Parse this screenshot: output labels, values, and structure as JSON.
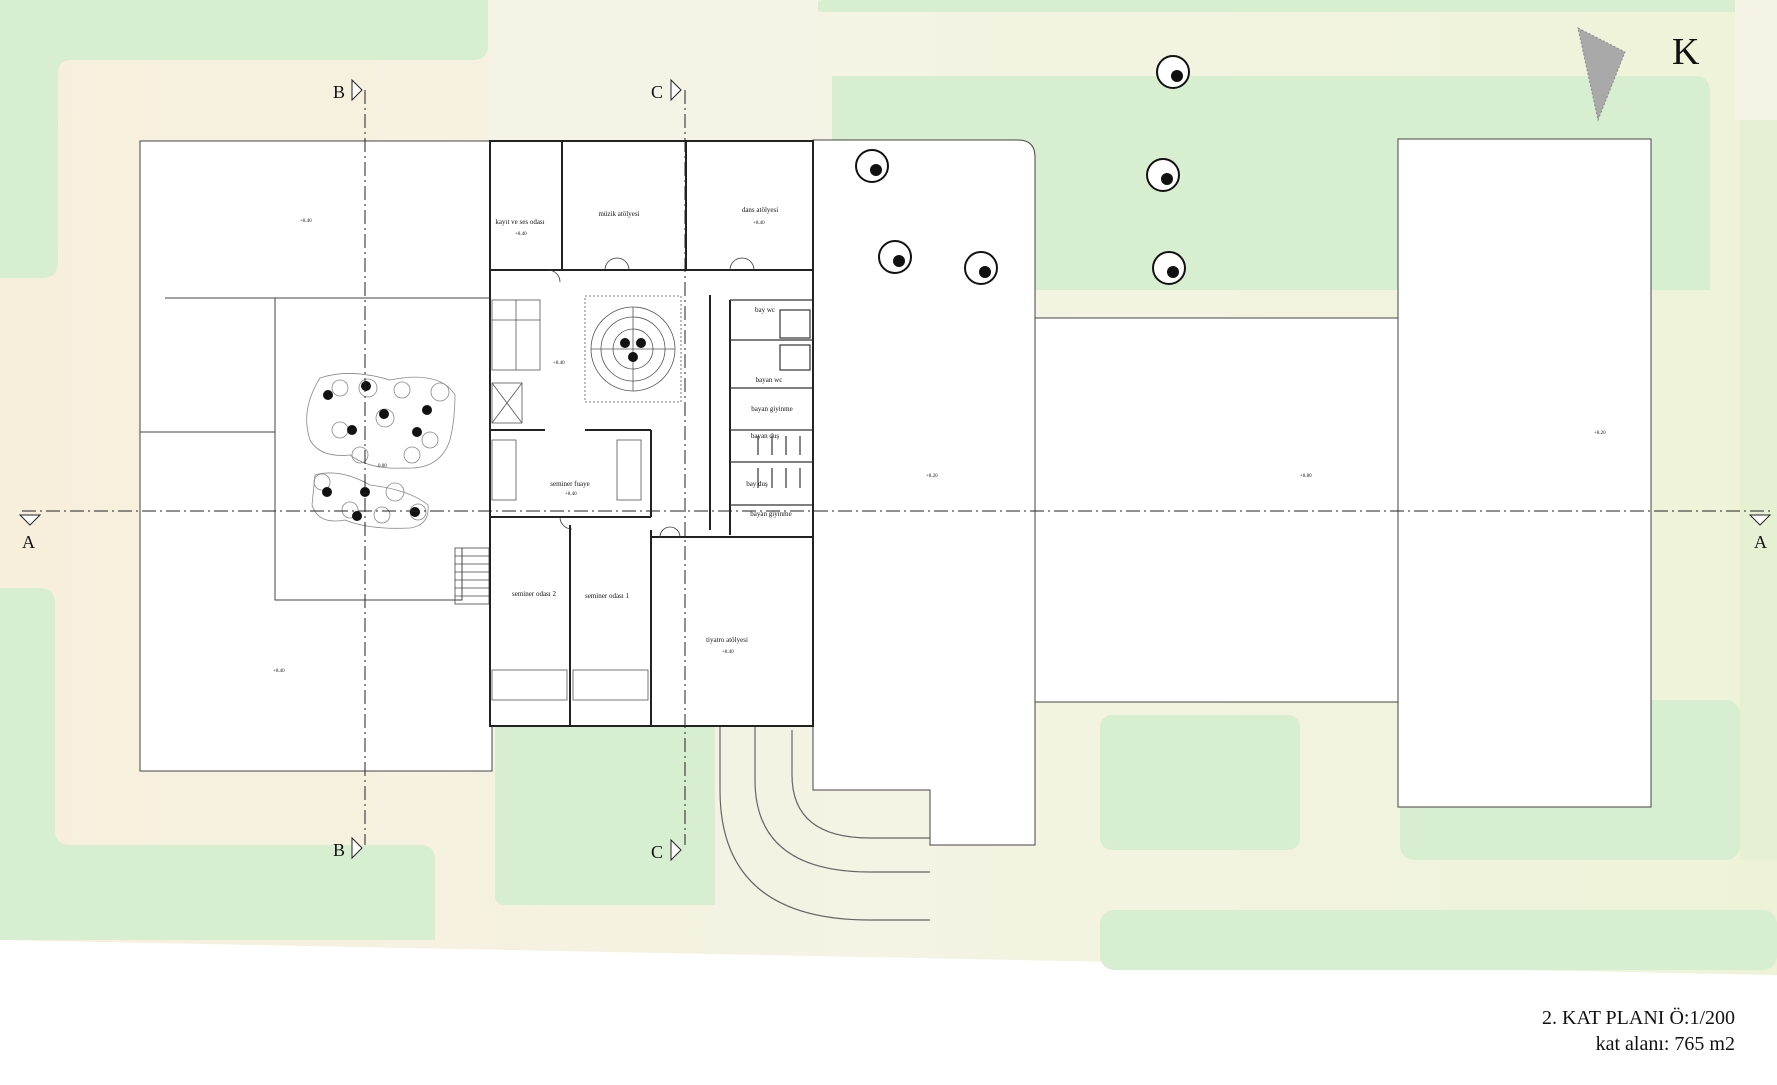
{
  "north": {
    "label": "K"
  },
  "sections": {
    "a": "A",
    "b": "B",
    "c": "C"
  },
  "rooms": {
    "kayit": "kayıt ve ses odası",
    "muzik": "müzik atölyesi",
    "dans": "dans atölyesi",
    "bay_wc": "bay wc",
    "bayan_wc": "bayan wc",
    "bayan_giyinme": "bayan giyinme",
    "bayan_dus": "bayan duş",
    "bay_dus": "bay duş",
    "bay_giyinme": "bayan giyinme",
    "seminer_fuaye": "seminer fuaye",
    "seminer2": "seminer odası 2",
    "seminer1": "seminer odası 1",
    "tiyatro": "tiyatro atölyesi"
  },
  "levels": {
    "l1": "+8.40",
    "l2": "+8.40",
    "l3": "+8.40",
    "l4": "+8.40",
    "l5": "0.00",
    "l6": "+8.40",
    "l7": "+8.40",
    "l8": "+8.40",
    "l9": "+8.20",
    "l10": "+8.80",
    "l11": "+8.20"
  },
  "caption": {
    "title": "2. KAT PLANI Ö:1/200",
    "area": "kat alanı: 765 m2"
  },
  "colors": {
    "grass": "#d9efd1",
    "path": "#f3f0dc",
    "building": "#ffffff",
    "line": "#333333"
  }
}
